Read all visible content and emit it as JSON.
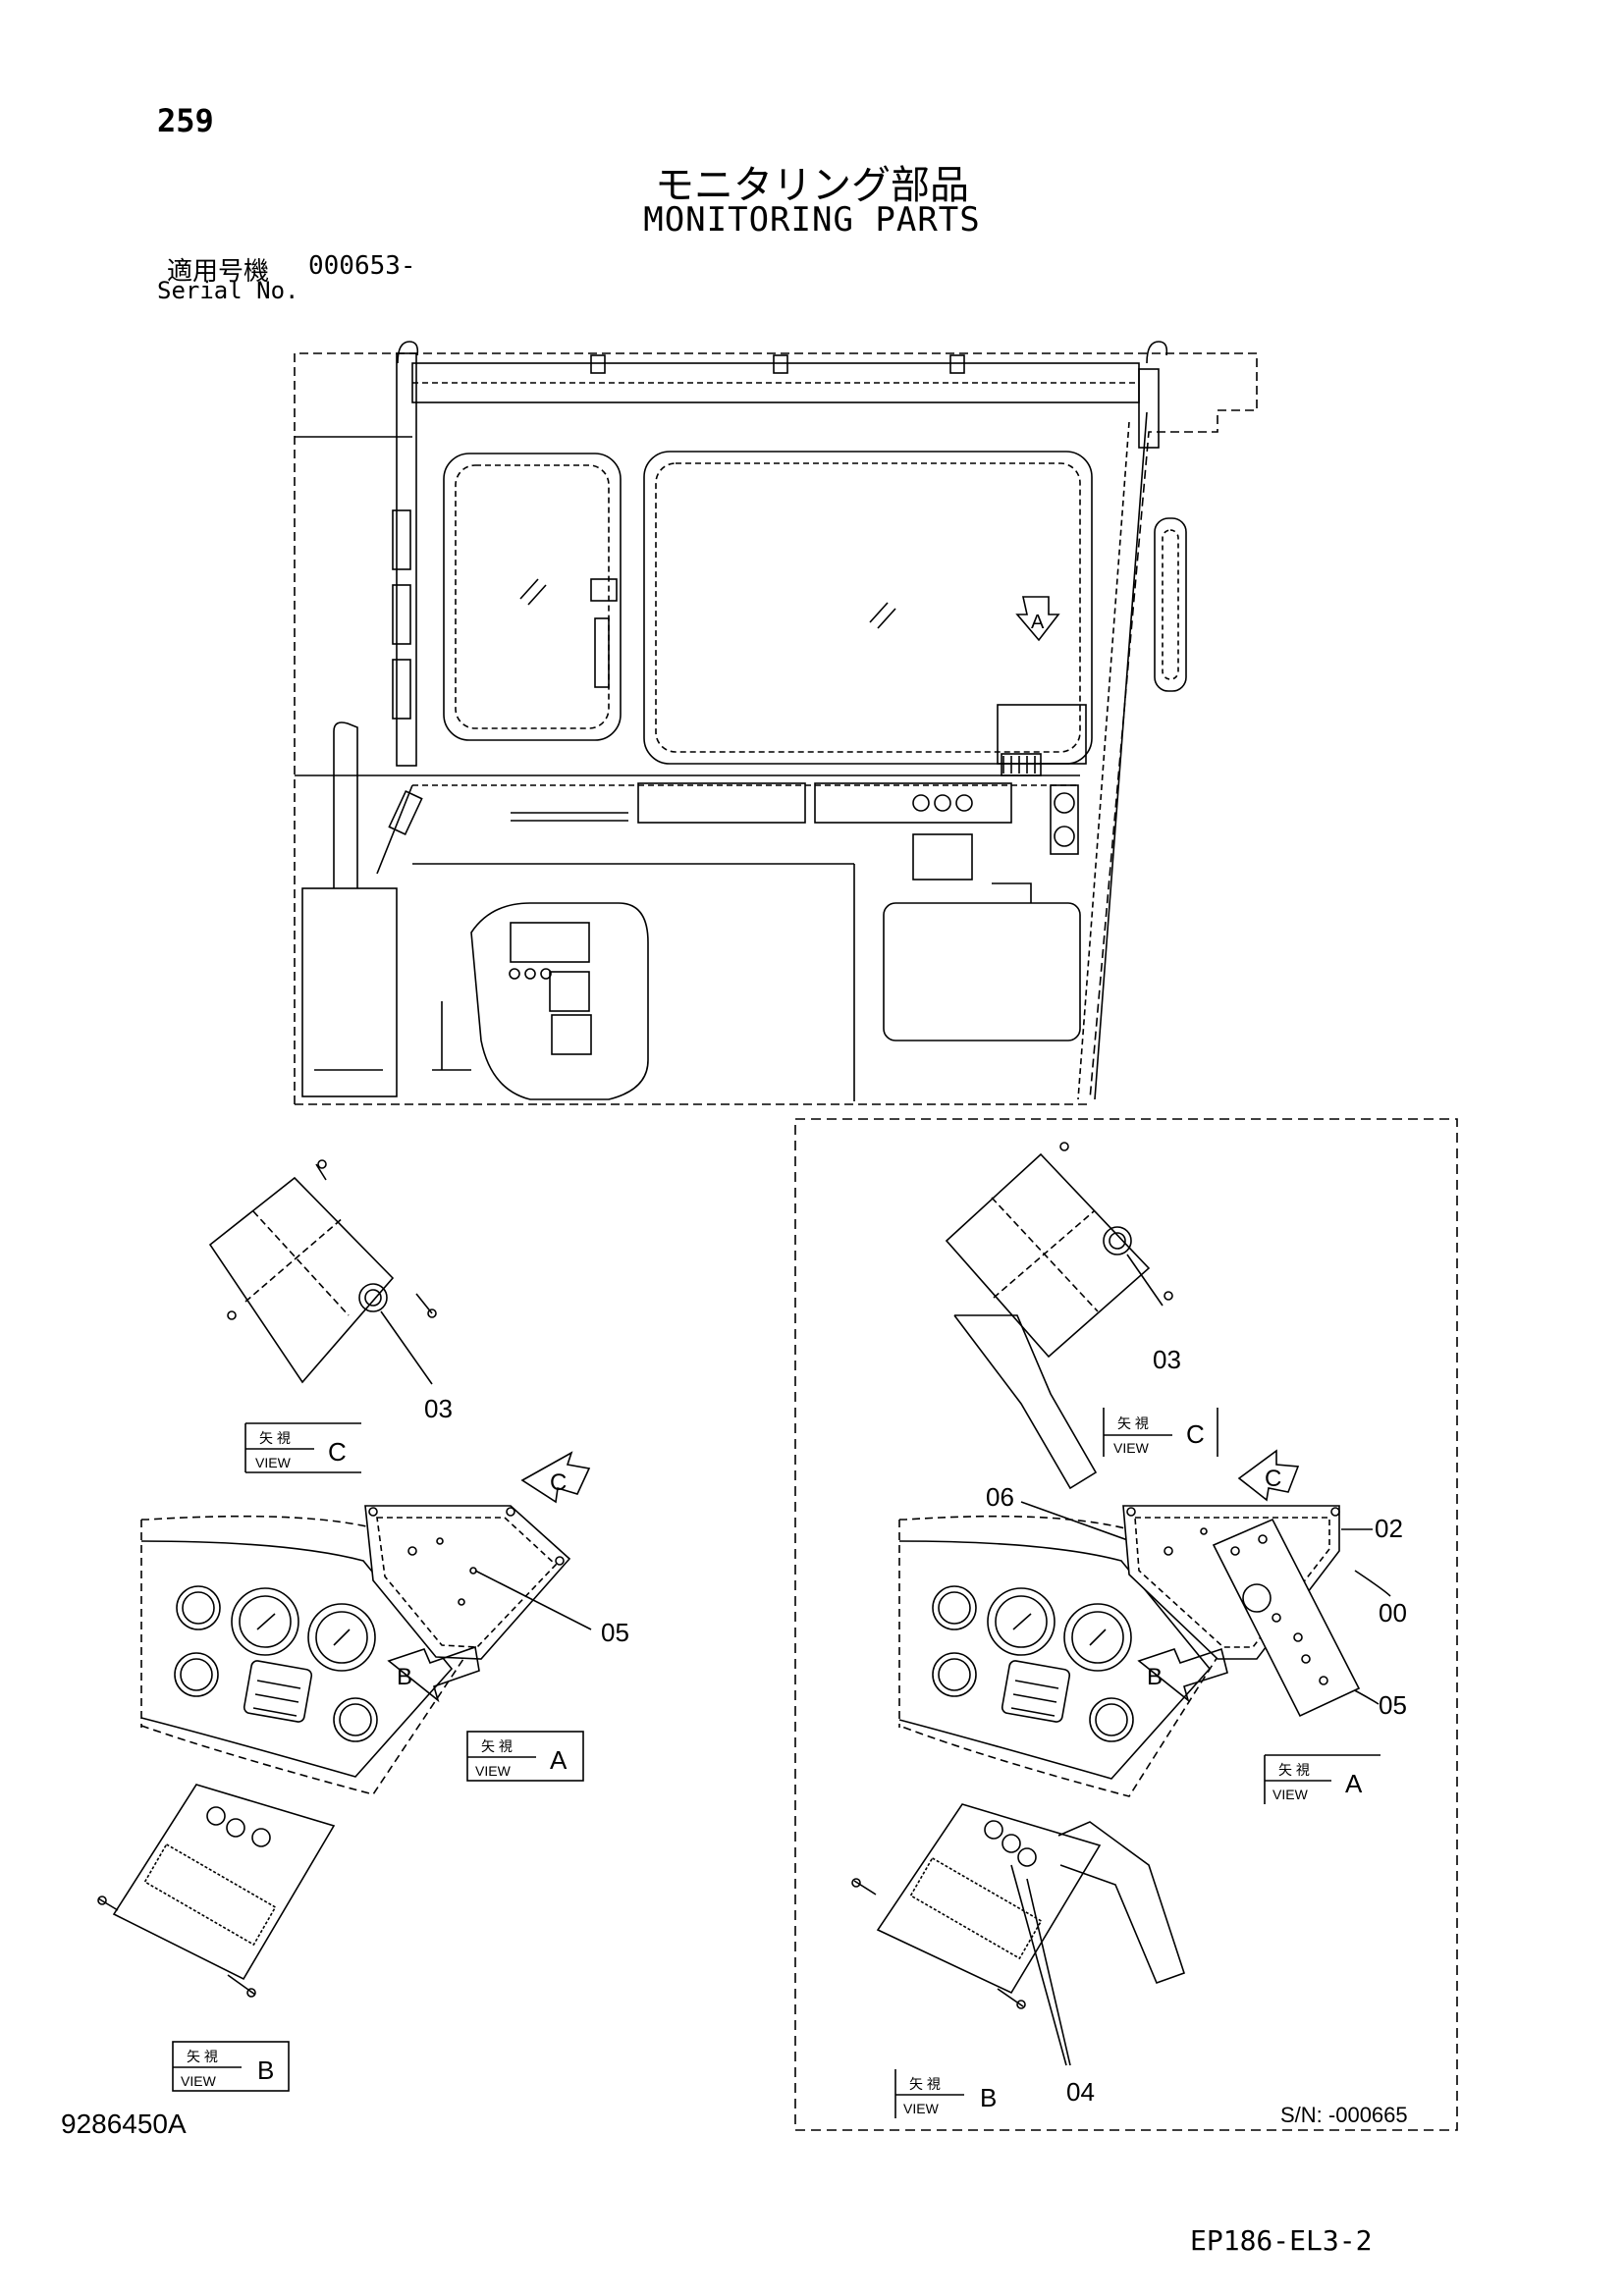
{
  "header": {
    "page_number": "259",
    "title_ja": "モニタリング部品",
    "title_en": "MONITORING PARTS",
    "serial_label_ja": "適用号機",
    "serial_label_en": "Serial No.",
    "serial_value": "000653-"
  },
  "views": {
    "arrow_a": "A",
    "arrow_b": "B",
    "arrow_c": "C",
    "view_ja": "矢 視",
    "view_en": "VIEW"
  },
  "callouts": {
    "c03": "03",
    "c05": "05",
    "c04": "04",
    "c06": "06",
    "c02": "02",
    "c00": "00"
  },
  "sn_range": "S/N: -000665",
  "footer": {
    "doc_number": "9286450A",
    "drawing_code": "EP186-EL3-2"
  },
  "colors": {
    "ink": "#000000",
    "paper": "#ffffff"
  }
}
